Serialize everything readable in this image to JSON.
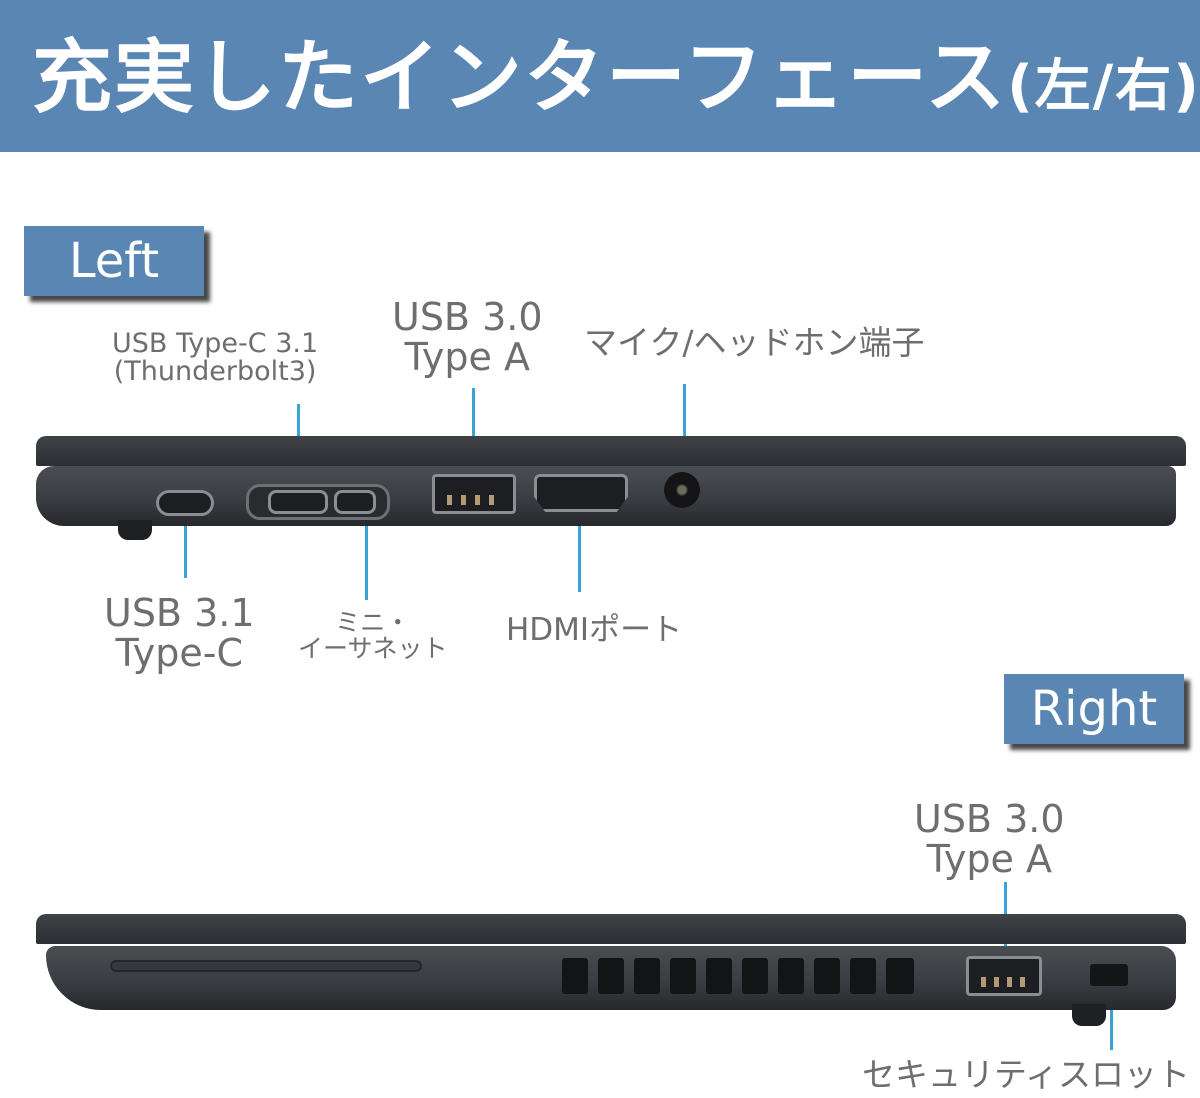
{
  "header": {
    "title": "充実したインターフェース",
    "subtitle": "(左/右)",
    "background_color": "#5a86b4"
  },
  "left_side": {
    "badge": "Left",
    "labels": {
      "usb_c_tb3_line1": "USB Type-C 3.1",
      "usb_c_tb3_line2": "(Thunderbolt3)",
      "usb_a_line1": "USB 3.0",
      "usb_a_line2": "Type A",
      "audio": "マイク/ヘッドホン端子",
      "usb_c_line1": "USB 3.1",
      "usb_c_line2": "Type-C",
      "ethernet_line1": "ミニ・",
      "ethernet_line2": "イーサネット",
      "hdmi": "HDMIポート"
    }
  },
  "right_side": {
    "badge": "Right",
    "labels": {
      "usb_a_line1": "USB 3.0",
      "usb_a_line2": "Type A",
      "security": "セキュリティスロット"
    }
  },
  "colors": {
    "accent": "#5a86b4",
    "leader_line": "#3aa3d6",
    "label_text": "#6e6e6e"
  }
}
